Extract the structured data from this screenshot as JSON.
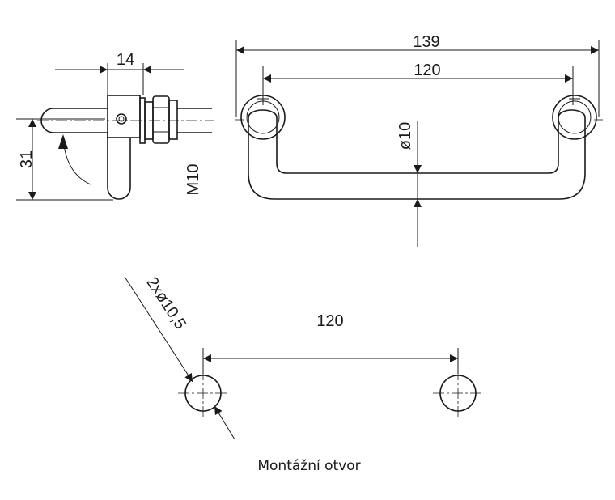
{
  "side_view": {
    "dim_width": "14",
    "dim_height": "31",
    "thread_label": "M10"
  },
  "front_view": {
    "dim_overall": "139",
    "dim_centers": "120",
    "dim_diameter": "ø10"
  },
  "hole_view": {
    "dim_spacing": "120",
    "dim_hole": "2xø10,5",
    "caption": "Montážní otvor"
  }
}
